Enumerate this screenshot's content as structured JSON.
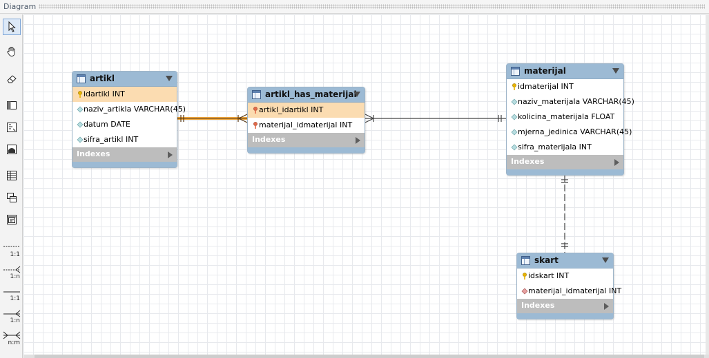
{
  "panel": {
    "title": "Diagram"
  },
  "toolbar": {
    "rel_1_1": "1:1",
    "rel_1_n": "1:n",
    "rel_1_1_id": "1:1",
    "rel_1_n_id": "1:n",
    "rel_n_m": "n:m"
  },
  "entities": {
    "artikl": {
      "name": "artikl",
      "columns": [
        "idartikl INT",
        "naziv_artikla VARCHAR(45)",
        "datum DATE",
        "sifra_artikl INT"
      ],
      "indexes_label": "Indexes"
    },
    "artikl_has_materijal": {
      "name": "artikl_has_materijal",
      "columns": [
        "artikl_idartikl INT",
        "materijal_idmaterijal INT"
      ],
      "indexes_label": "Indexes"
    },
    "materijal": {
      "name": "materijal",
      "columns": [
        "idmaterijal INT",
        "naziv_materijala VARCHAR(45)",
        "kolicina_materijala FLOAT",
        "mjerna_jedinica VARCHAR(45)",
        "sifra_materijala INT"
      ],
      "indexes_label": "Indexes"
    },
    "skart": {
      "name": "skart",
      "columns": [
        "idskart INT",
        "materijal_idmaterijal INT"
      ],
      "indexes_label": "Indexes"
    }
  },
  "colors": {
    "header": "#9cbad4",
    "primary_key_row": "#fbdcb1",
    "indexes_bar": "#bdbdbd",
    "highlight_link": "#f0a63c",
    "link": "#444444"
  }
}
